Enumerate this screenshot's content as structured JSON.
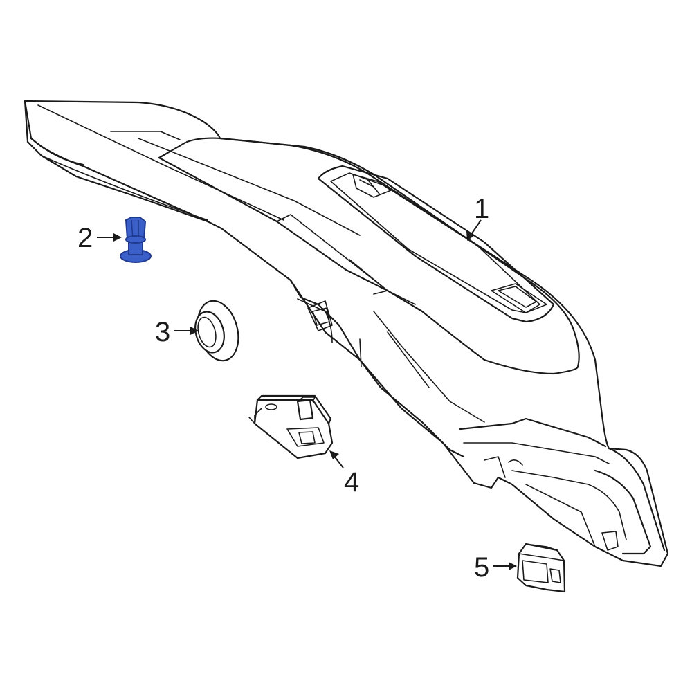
{
  "callouts": [
    {
      "id": "1",
      "label": "1"
    },
    {
      "id": "2",
      "label": "2"
    },
    {
      "id": "3",
      "label": "3"
    },
    {
      "id": "4",
      "label": "4"
    },
    {
      "id": "5",
      "label": "5"
    }
  ],
  "colors": {
    "line": "#1a1a1a",
    "background": "#ffffff",
    "highlight_fill": "#3b5fc9",
    "highlight_stroke": "#1f3a8f"
  },
  "highlighted_part": "2"
}
